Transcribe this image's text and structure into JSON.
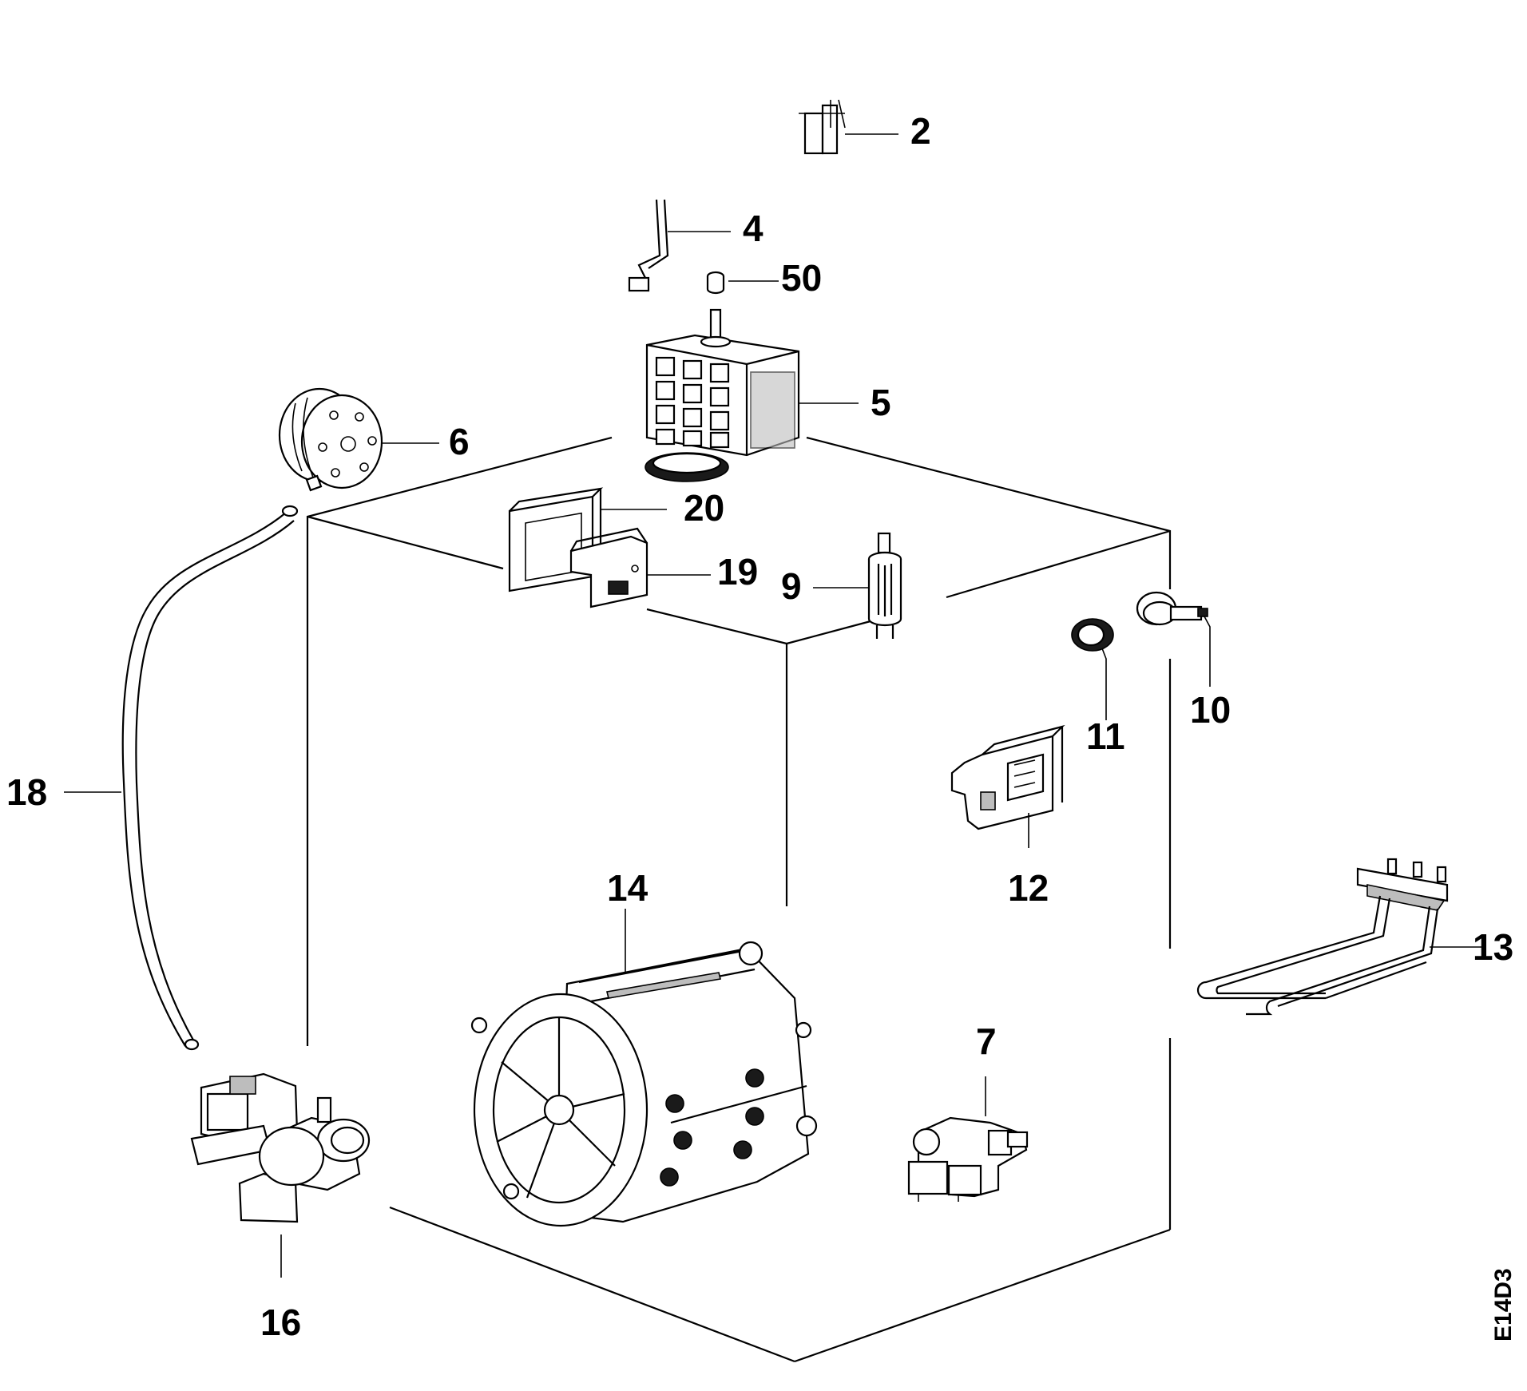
{
  "labels": {
    "p2": "2",
    "p4": "4",
    "p50": "50",
    "p5": "5",
    "p6": "6",
    "p20": "20",
    "p19": "19",
    "p9": "9",
    "p10": "10",
    "p11": "11",
    "p12": "12",
    "p13": "13",
    "p14": "14",
    "p7": "7",
    "p16": "16",
    "p18": "18"
  },
  "drawing_code": "E14D3"
}
